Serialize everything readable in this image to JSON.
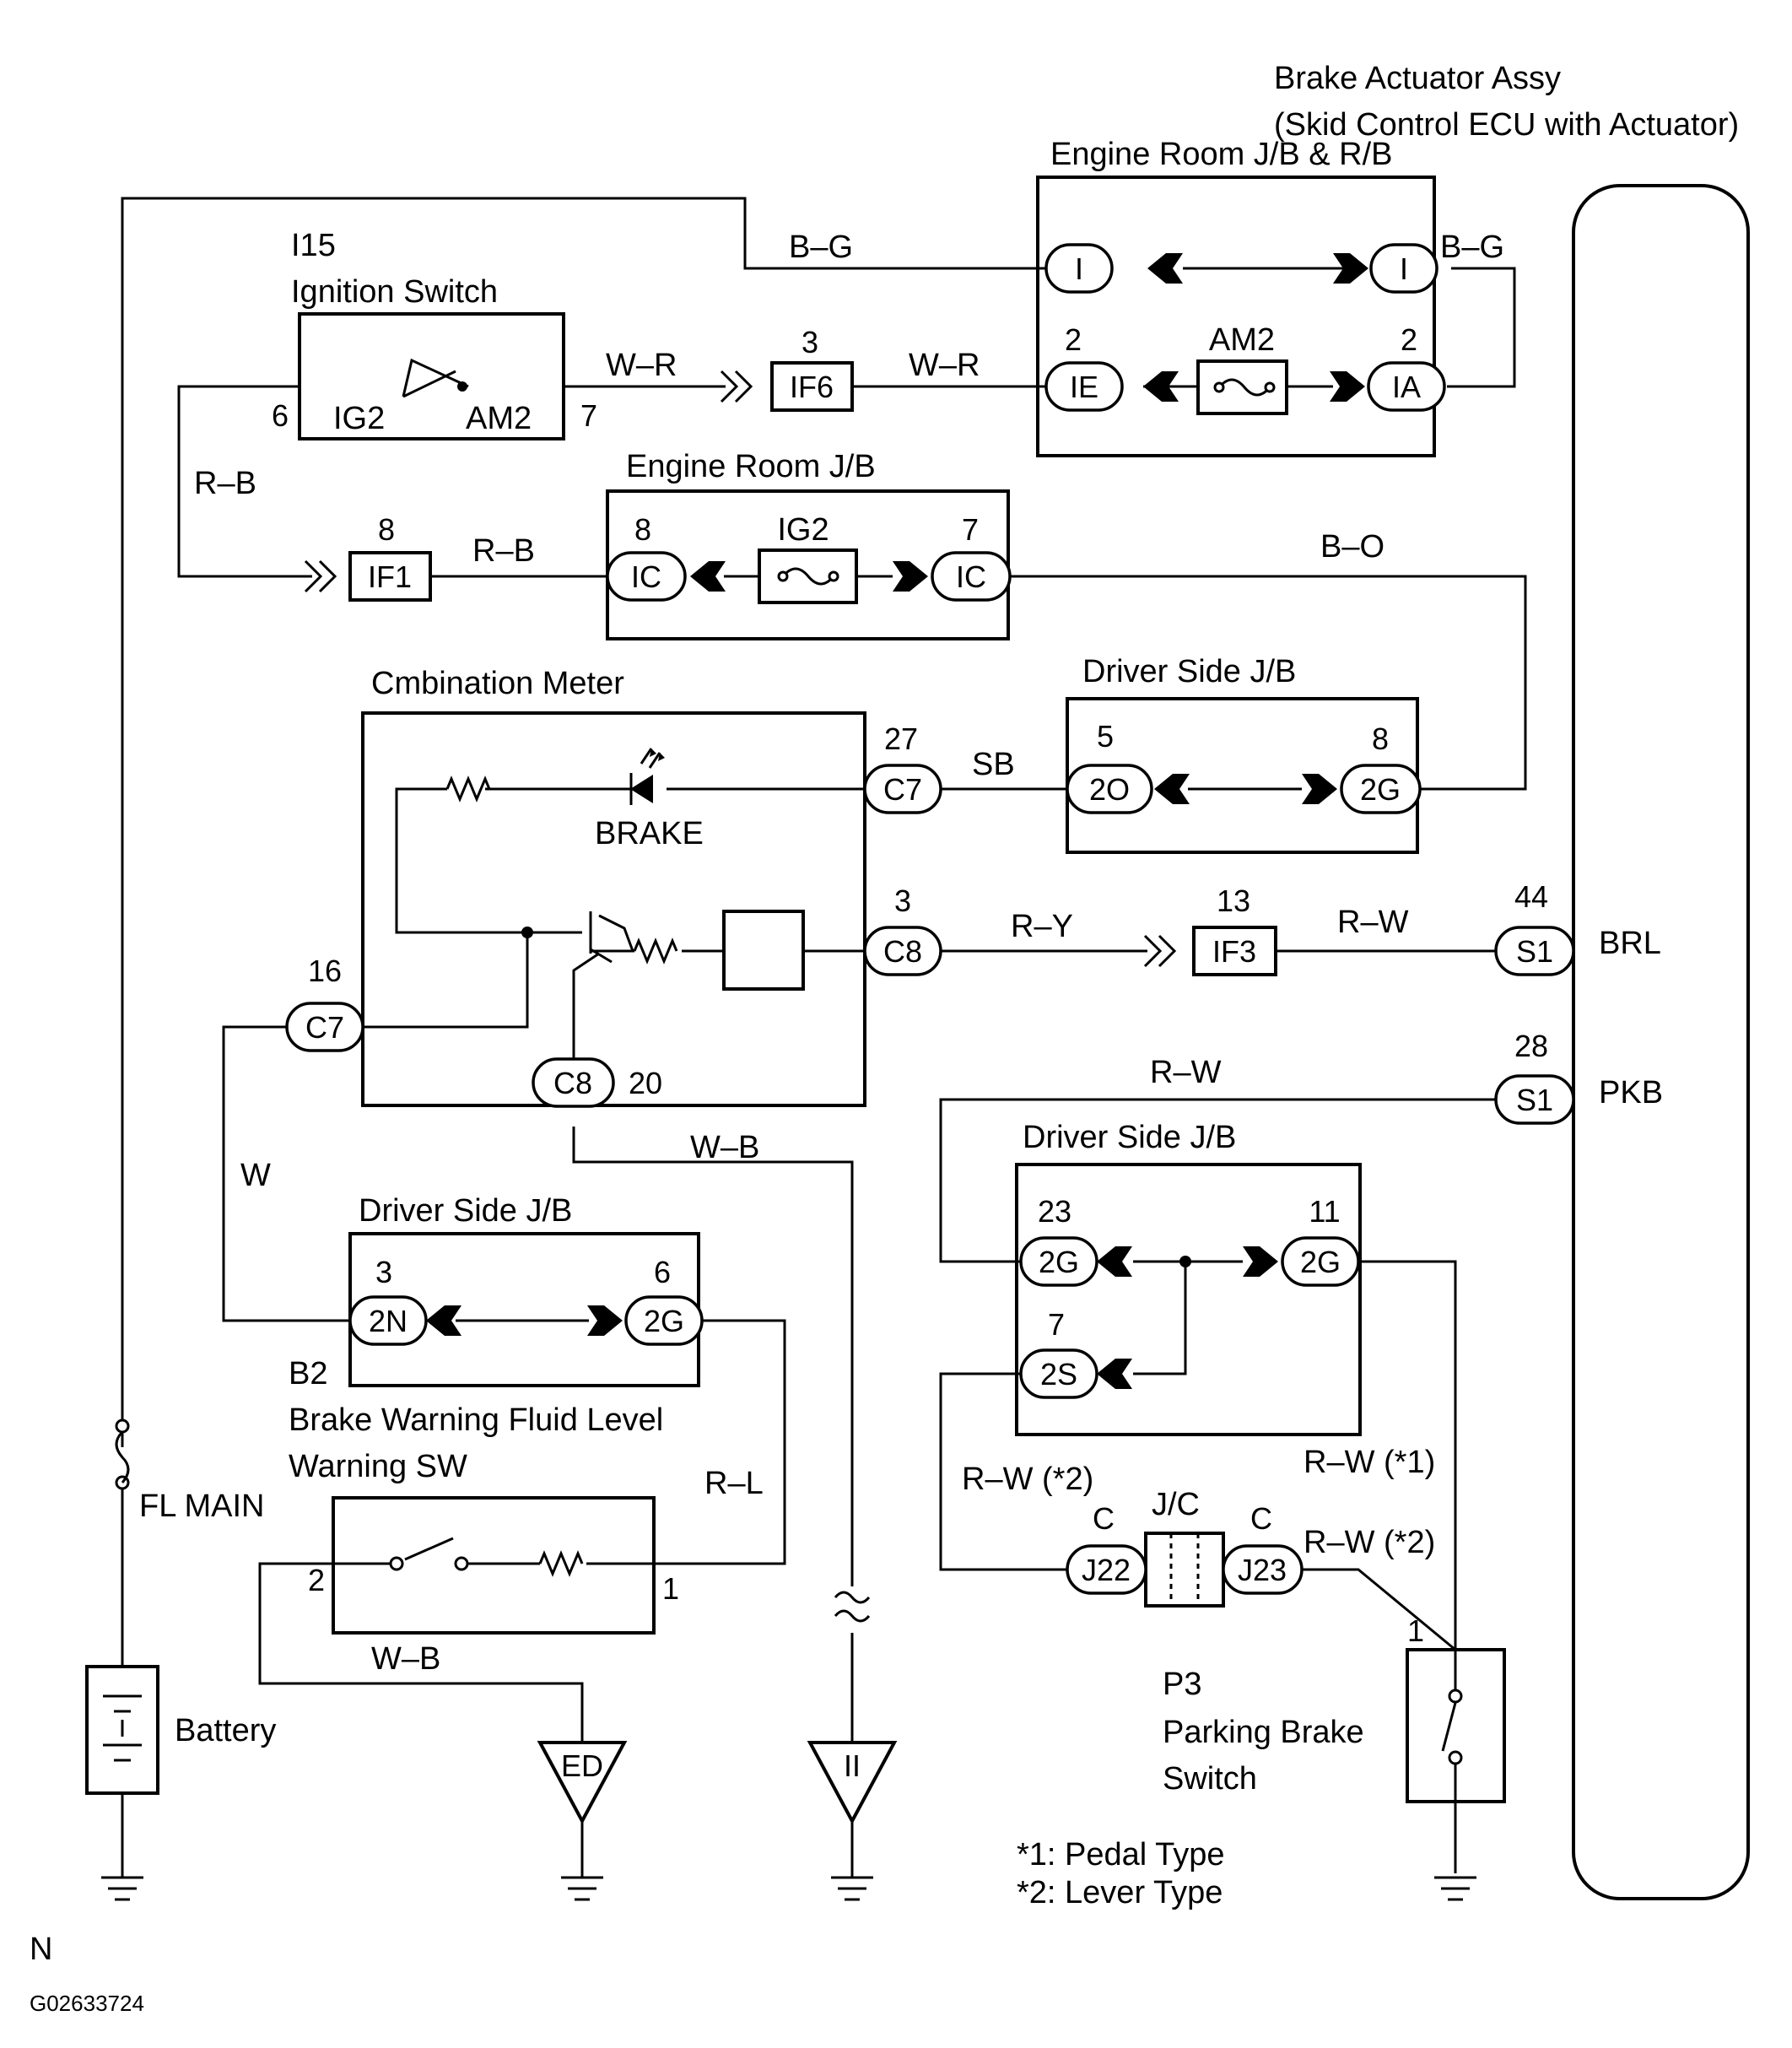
{
  "components": {
    "brake_actuator": {
      "title1": "Brake Actuator Assy",
      "title2": "(Skid Control ECU with Actuator)",
      "pin_brl": "BRL",
      "pin_pkb": "PKB"
    },
    "engine_room_jb_rb": {
      "title": "Engine Room J/B & R/B",
      "fuse": "AM2"
    },
    "ignition_switch": {
      "code": "I15",
      "title": "Ignition Switch",
      "t_ig2": "IG2",
      "t_am2": "AM2",
      "pin_left": "6",
      "pin_right": "7"
    },
    "engine_room_jb": {
      "title": "Engine Room J/B",
      "fuse": "IG2"
    },
    "combination_meter": {
      "title": "Cmbination Meter",
      "lamp": "BRAKE"
    },
    "driver_jb_top": {
      "title": "Driver Side J/B"
    },
    "driver_jb_right": {
      "title": "Driver Side J/B"
    },
    "driver_jb_left": {
      "title": "Driver Side J/B"
    },
    "fluid_switch": {
      "code": "B2",
      "title1": "Brake Warning Fluid Level",
      "title2": "Warning SW",
      "pin_left": "2",
      "pin_right": "1"
    },
    "fl_main": {
      "title": "FL MAIN"
    },
    "battery": {
      "title": "Battery"
    },
    "parking_switch": {
      "code": "P3",
      "title1": "Parking Brake",
      "title2": "Switch",
      "pin": "1"
    },
    "jc": {
      "title": "J/C"
    }
  },
  "connectors": {
    "I_left": "I",
    "I_right": "I",
    "IE": "IE",
    "IA": "IA",
    "IE_pin": "2",
    "IA_pin": "2",
    "IF6": "IF6",
    "IF6_pin": "3",
    "IF1": "IF1",
    "IF1_pin": "8",
    "IC_left": "IC",
    "IC_right": "IC",
    "IC_left_pin": "8",
    "IC_right_pin": "7",
    "C7_top": "C7",
    "C7_top_pin": "27",
    "C8_mid": "C8",
    "C8_mid_pin": "3",
    "C7_left": "C7",
    "C7_left_pin": "16",
    "C8_bottom": "C8",
    "C8_bottom_pin": "20",
    "twoO": "2O",
    "twoO_pin": "5",
    "twoG_top": "2G",
    "twoG_top_pin": "8",
    "IF3": "IF3",
    "IF3_pin": "13",
    "S1_brl": "S1",
    "S1_brl_pin": "44",
    "S1_pkb": "S1",
    "S1_pkb_pin": "28",
    "twoG_r_left": "2G",
    "twoG_r_left_pin": "23",
    "twoG_r_right": "2G",
    "twoG_r_right_pin": "11",
    "twoS": "2S",
    "twoS_pin": "7",
    "twoN": "2N",
    "twoN_pin": "3",
    "twoG_l": "2G",
    "twoG_l_pin": "6",
    "J22": "J22",
    "J22_c": "C",
    "J23": "J23",
    "J23_c": "C",
    "ED": "ED",
    "II": "II"
  },
  "wires": {
    "bg_left": "B–G",
    "bg_right": "B–G",
    "wr_1": "W–R",
    "wr_2": "W–R",
    "rb_vert": "R–B",
    "rb_horiz": "R–B",
    "bo": "B–O",
    "sb": "SB",
    "ry": "R–Y",
    "rw_brl": "R–W",
    "rw_pkb": "R–W",
    "w": "W",
    "wb_meter": "W–B",
    "rl": "R–L",
    "wb_fluid": "W–B",
    "rw_star2_left": "R–W (*2)",
    "rw_star1": "R–W (*1)",
    "rw_star2_right": "R–W (*2)"
  },
  "notes": {
    "star1": "*1: Pedal Type",
    "star2": "*2: Lever Type"
  },
  "footer": {
    "letter": "N",
    "code": "G02633724"
  }
}
